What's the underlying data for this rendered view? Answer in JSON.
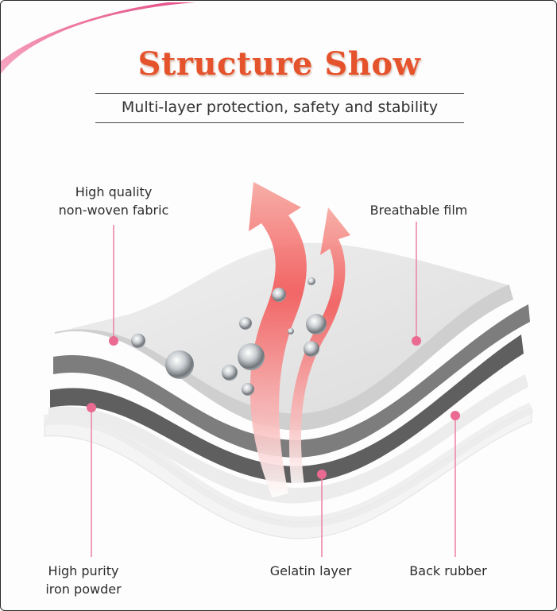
{
  "title": "Structure Show",
  "subtitle": "Multi-layer protection, safety and stability",
  "labels": {
    "nonwoven_line1": "High quality",
    "nonwoven_line2": "non-woven fabric",
    "breathable": "Breathable film",
    "iron_line1": "High purity",
    "iron_line2": "iron powder",
    "gelatin": "Gelatin layer",
    "back_rubber": "Back rubber"
  },
  "colors": {
    "title": "#e5532c",
    "leader": "#ef87a8",
    "dot": "#ea6a92",
    "arrow": "#f25a5a",
    "layer_top": "#e8e8e8",
    "layer_dark": "#6a6a6a"
  }
}
